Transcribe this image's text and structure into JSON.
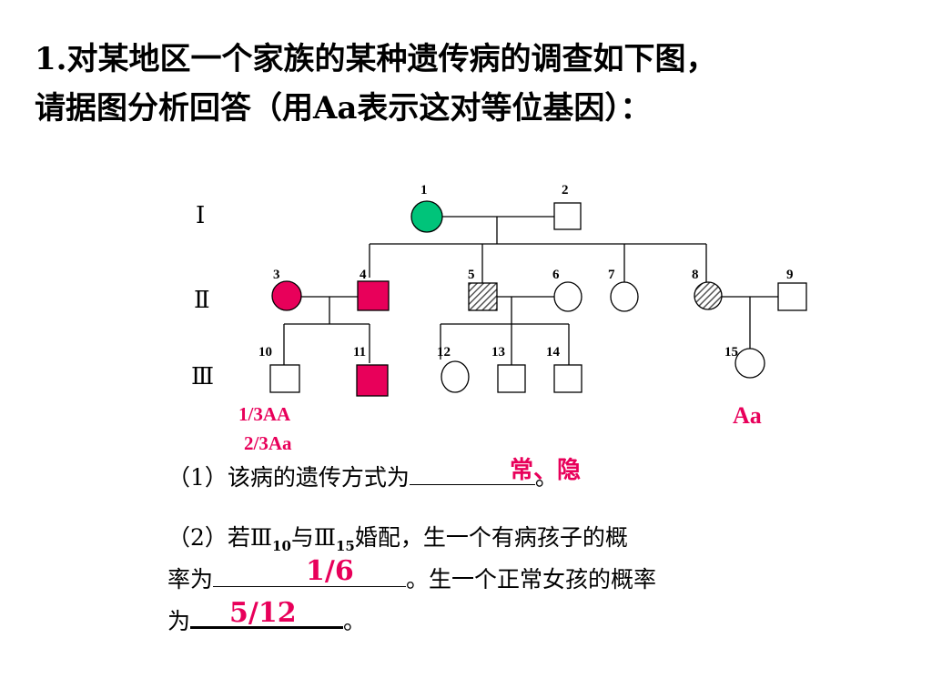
{
  "title": {
    "line1_num": "1.",
    "line1": "对某地区一个家族的某种遗传病的调查如下图，",
    "line2a": "请据图分析回答（用",
    "line2_bold": "Aa",
    "line2b": "表示这对等位基因）："
  },
  "generations": [
    "Ⅰ",
    "Ⅱ",
    "Ⅲ"
  ],
  "individuals": [
    {
      "id": "1",
      "sex": "female",
      "status": "green"
    },
    {
      "id": "2",
      "sex": "male",
      "status": "normal"
    },
    {
      "id": "3",
      "sex": "female",
      "status": "affected"
    },
    {
      "id": "4",
      "sex": "male",
      "status": "affected"
    },
    {
      "id": "5",
      "sex": "male",
      "status": "hatched"
    },
    {
      "id": "6",
      "sex": "female",
      "status": "normal"
    },
    {
      "id": "7",
      "sex": "female",
      "status": "normal"
    },
    {
      "id": "8",
      "sex": "female",
      "status": "hatched"
    },
    {
      "id": "9",
      "sex": "male",
      "status": "normal"
    },
    {
      "id": "10",
      "sex": "male",
      "status": "normal"
    },
    {
      "id": "11",
      "sex": "male",
      "status": "affected"
    },
    {
      "id": "12",
      "sex": "female",
      "status": "normal"
    },
    {
      "id": "13",
      "sex": "male",
      "status": "normal"
    },
    {
      "id": "14",
      "sex": "male",
      "status": "normal"
    },
    {
      "id": "15",
      "sex": "female",
      "status": "normal"
    }
  ],
  "annotations": {
    "ind10_line1": "1/3AA",
    "ind10_line2": "2/3Aa",
    "ind15": "Aa"
  },
  "colors": {
    "affected": "#e8005a",
    "green": "#00c47a",
    "hatch": "#555555",
    "answer": "#e8005a"
  },
  "questions": {
    "q1_prefix": "（1）该病的遗传方式为",
    "q1_suffix": "。",
    "q1_answer": "常、隐",
    "q2_a": "（2）若Ⅲ",
    "q2_sub1": "10",
    "q2_b": "与Ⅲ",
    "q2_sub2": "15",
    "q2_c": "婚配，生一个有病孩子的概",
    "q2_line2_prefix": "率为",
    "q2_line2_suffix": "。生一个正常女孩的概率",
    "q2_line3_prefix": "为",
    "q2_line3_suffix": "。",
    "q2_answer1": "1/6",
    "q2_answer2": "5/12"
  }
}
